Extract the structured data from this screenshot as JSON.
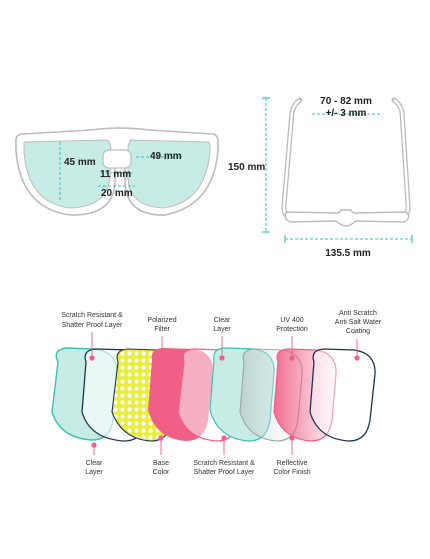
{
  "front_view": {
    "lens_height": "45 mm",
    "lens_width": "49 mm",
    "bridge_gap": "11 mm",
    "bridge_width": "20 mm"
  },
  "side_view": {
    "temple_spread": "70 - 82 mm",
    "tolerance": "+/- 3 mm",
    "height": "150 mm",
    "frame_width": "135.5 mm"
  },
  "layers_top": {
    "l1_a": "Scratch Resistant &",
    "l1_b": "Shatter Proof Layer",
    "l2_a": "Polarized",
    "l2_b": "Filter",
    "l3_a": "Clear",
    "l3_b": "Layer",
    "l4_a": "UV 400",
    "l4_b": "Protection",
    "l5_a": "Anti Scratch",
    "l5_b": "Anti Salt Water",
    "l5_c": "Coating"
  },
  "layers_bottom": {
    "b1_a": "Clear",
    "b1_b": "Layer",
    "b2_a": "Base",
    "b2_b": "Color",
    "b3_a": "Scratch Resistant &",
    "b3_b": "Shatter Proof Layer",
    "b4_a": "Reflective",
    "b4_b": "Color Finish"
  },
  "colors": {
    "teal": "#3cc0b4",
    "pink": "#ef5f86",
    "yellow": "#e9ee3c",
    "navy": "#1f3350",
    "lens_tint": "#c7ece6"
  }
}
